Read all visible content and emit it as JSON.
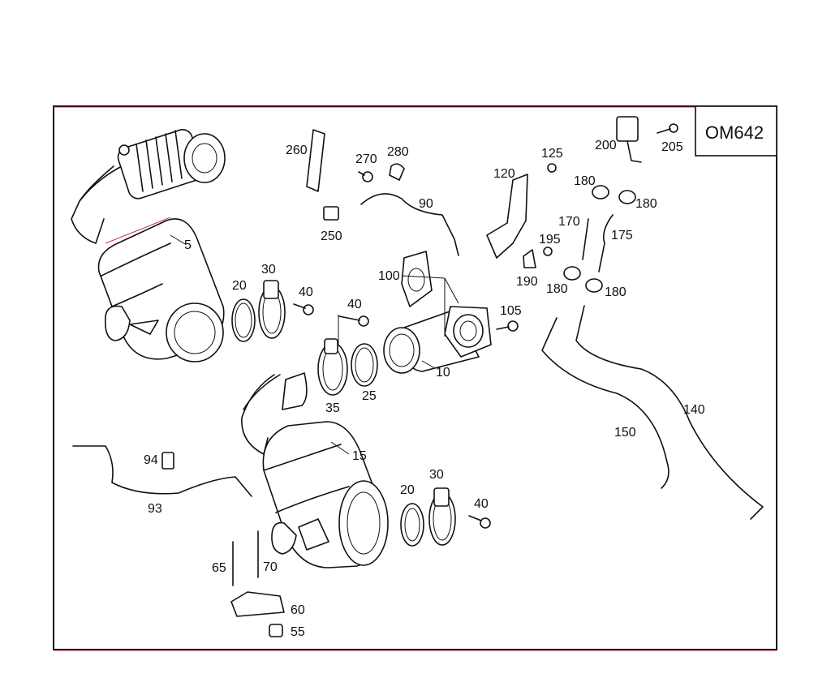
{
  "engine_code": "OM642",
  "part_labels": [
    {
      "id": "p5",
      "text": "5"
    },
    {
      "id": "p10",
      "text": "10"
    },
    {
      "id": "p15",
      "text": "15"
    },
    {
      "id": "p20a",
      "text": "20"
    },
    {
      "id": "p20b",
      "text": "20"
    },
    {
      "id": "p25",
      "text": "25"
    },
    {
      "id": "p30a",
      "text": "30"
    },
    {
      "id": "p30b",
      "text": "30"
    },
    {
      "id": "p35",
      "text": "35"
    },
    {
      "id": "p40a",
      "text": "40"
    },
    {
      "id": "p40b",
      "text": "40"
    },
    {
      "id": "p40c",
      "text": "40"
    },
    {
      "id": "p55",
      "text": "55"
    },
    {
      "id": "p60",
      "text": "60"
    },
    {
      "id": "p65",
      "text": "65"
    },
    {
      "id": "p70",
      "text": "70"
    },
    {
      "id": "p90",
      "text": "90"
    },
    {
      "id": "p93",
      "text": "93"
    },
    {
      "id": "p94",
      "text": "94"
    },
    {
      "id": "p100",
      "text": "100"
    },
    {
      "id": "p105",
      "text": "105"
    },
    {
      "id": "p120",
      "text": "120"
    },
    {
      "id": "p125",
      "text": "125"
    },
    {
      "id": "p140",
      "text": "140"
    },
    {
      "id": "p150",
      "text": "150"
    },
    {
      "id": "p170",
      "text": "170"
    },
    {
      "id": "p175",
      "text": "175"
    },
    {
      "id": "p180a",
      "text": "180"
    },
    {
      "id": "p180b",
      "text": "180"
    },
    {
      "id": "p180c",
      "text": "180"
    },
    {
      "id": "p180d",
      "text": "180"
    },
    {
      "id": "p190",
      "text": "190"
    },
    {
      "id": "p195",
      "text": "195"
    },
    {
      "id": "p200",
      "text": "200"
    },
    {
      "id": "p205",
      "text": "205"
    },
    {
      "id": "p250",
      "text": "250"
    },
    {
      "id": "p260",
      "text": "260"
    },
    {
      "id": "p270",
      "text": "270"
    },
    {
      "id": "p280",
      "text": "280"
    }
  ],
  "colors": {
    "line": "#111111",
    "accent": "#b3003c",
    "background": "#ffffff"
  }
}
